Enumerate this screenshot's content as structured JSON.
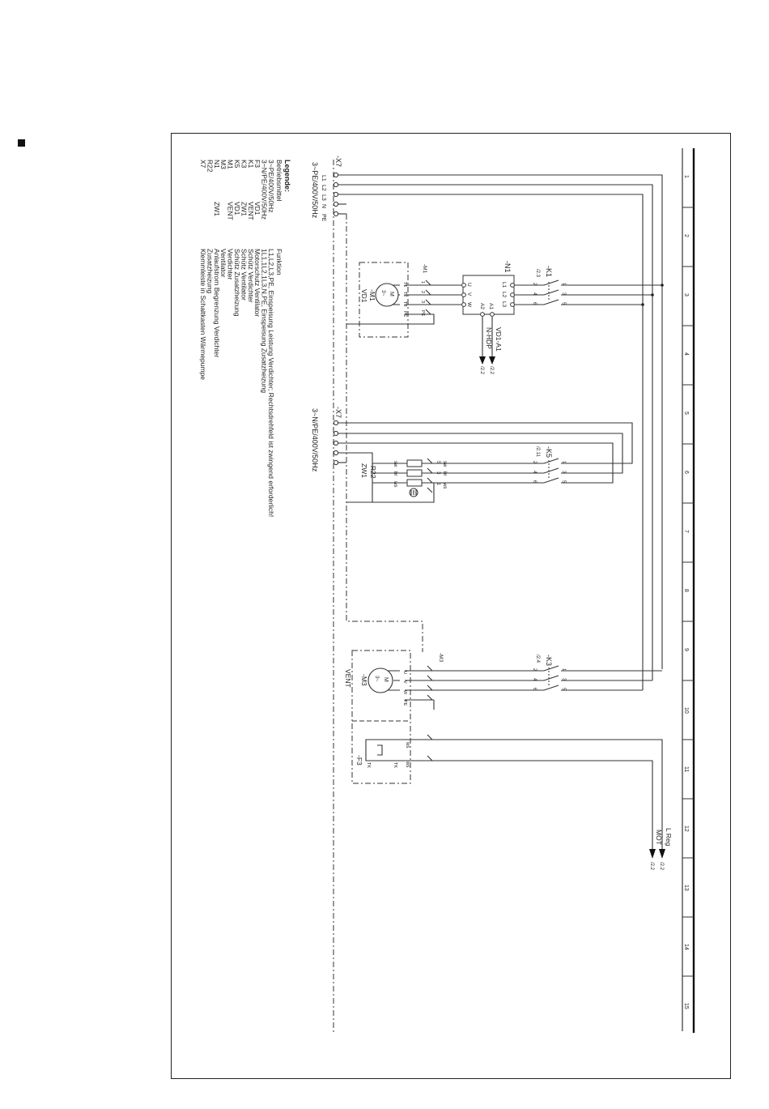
{
  "legend": {
    "title": "Legende:",
    "col_headers": [
      "Betriebsmittel",
      "Funktion"
    ],
    "entries": [
      {
        "code": "3~PE/400V/50Hz",
        "sub": "",
        "func": "L1,L2,L3,PE, Einspeisung Leistung Verdichter; Rechtsdrehfeld ist zwingend erforderlich!"
      },
      {
        "code": "3~N/PE/400V/50Hz",
        "sub": "",
        "func": "1L1,1L2,1L3,N,PE, Einspeisung Zusatzheizung"
      },
      {
        "code": "F3",
        "sub": "VD1",
        "func": "Motorschutz Ventilator"
      },
      {
        "code": "K1",
        "sub": "VENT",
        "func": "Schütz Verdichter"
      },
      {
        "code": "K3",
        "sub": "ZW1",
        "func": "Schütz Ventilator"
      },
      {
        "code": "K5",
        "sub": "VD1",
        "func": "Schütz Zusatzheizung"
      },
      {
        "code": "M1",
        "sub": "VENT",
        "func": "Verdichter"
      },
      {
        "code": "M3",
        "sub": "",
        "func": "Ventilator"
      },
      {
        "code": "N1",
        "sub": "ZW1",
        "func": "Anlaufstrom Begrenzung Verdichter"
      },
      {
        "code": "R22",
        "sub": "",
        "func": "Zusatzheizung"
      },
      {
        "code": "X7",
        "sub": "",
        "func": "Klemmleiste in Schaltkasten Wärmepumpe"
      }
    ]
  },
  "grid": {
    "columns": [
      "1",
      "2",
      "3",
      "4",
      "5",
      "6",
      "7",
      "8",
      "9",
      "10",
      "11",
      "12",
      "13",
      "14",
      "15"
    ]
  },
  "supply1": {
    "label": "3~PE/400V/50Hz",
    "terminal": "-X7",
    "terminals": [
      "L1",
      "L2",
      "L3",
      "N",
      "PE"
    ]
  },
  "supply2": {
    "label": "3~N/PE/400V/50Hz",
    "terminal": "-X7"
  },
  "k1": {
    "name": "-K1",
    "ref": "/2.3",
    "pins_top": [
      "1",
      "3",
      "5"
    ],
    "pins_bottom": [
      "2",
      "4",
      "6"
    ]
  },
  "k5": {
    "name": "-K5",
    "ref": "/2.11",
    "pins_top": [
      "1",
      "3",
      "5"
    ],
    "pins_bottom": [
      "2",
      "4",
      "6"
    ]
  },
  "k3": {
    "name": "-K3",
    "ref": "/2.4",
    "pins_top": [
      "1",
      "3",
      "5"
    ],
    "pins_bottom": [
      "2",
      "4",
      "6"
    ]
  },
  "n1": {
    "name": "-N1",
    "pins_in": [
      "L1",
      "L2",
      "L3"
    ],
    "pins_out": [
      "U",
      "V",
      "W"
    ],
    "a1": "A1",
    "a2": "A2",
    "sig_a1": "VD1-A1",
    "sig_a1_ref": "/2.2",
    "sig_hdp": "N-HDP",
    "sig_hdp_ref": "/2.2"
  },
  "m1": {
    "name": "-M1",
    "label": "-M1",
    "device": "VD1",
    "motor_text": "M",
    "motor_phase": "3~",
    "pins": [
      "T1",
      "T2",
      "T3",
      "PE"
    ],
    "wire_nums": [
      "1",
      "2",
      "3",
      "PE"
    ]
  },
  "r22": {
    "name": "-R22",
    "device": "ZW1",
    "colors_a": [
      "sw",
      "br",
      "ws"
    ],
    "colors_b": [
      "sw",
      "br",
      "ws"
    ],
    "nums": [
      "5",
      "3",
      "1"
    ]
  },
  "m3": {
    "name": "-M3",
    "label": "-M3",
    "device": "VENT",
    "motor_text": "M",
    "motor_phase": "3~",
    "pins": [
      "U",
      "V",
      "W",
      "PE"
    ]
  },
  "f3": {
    "name": "-F3",
    "colors": [
      "ws",
      "ws"
    ],
    "tk": [
      "TK",
      "TK"
    ]
  },
  "outputs": {
    "l_reg": "L Reg",
    "l_reg_ref": "/2.2",
    "mot": "MOT",
    "mot_ref": "/2.2"
  }
}
